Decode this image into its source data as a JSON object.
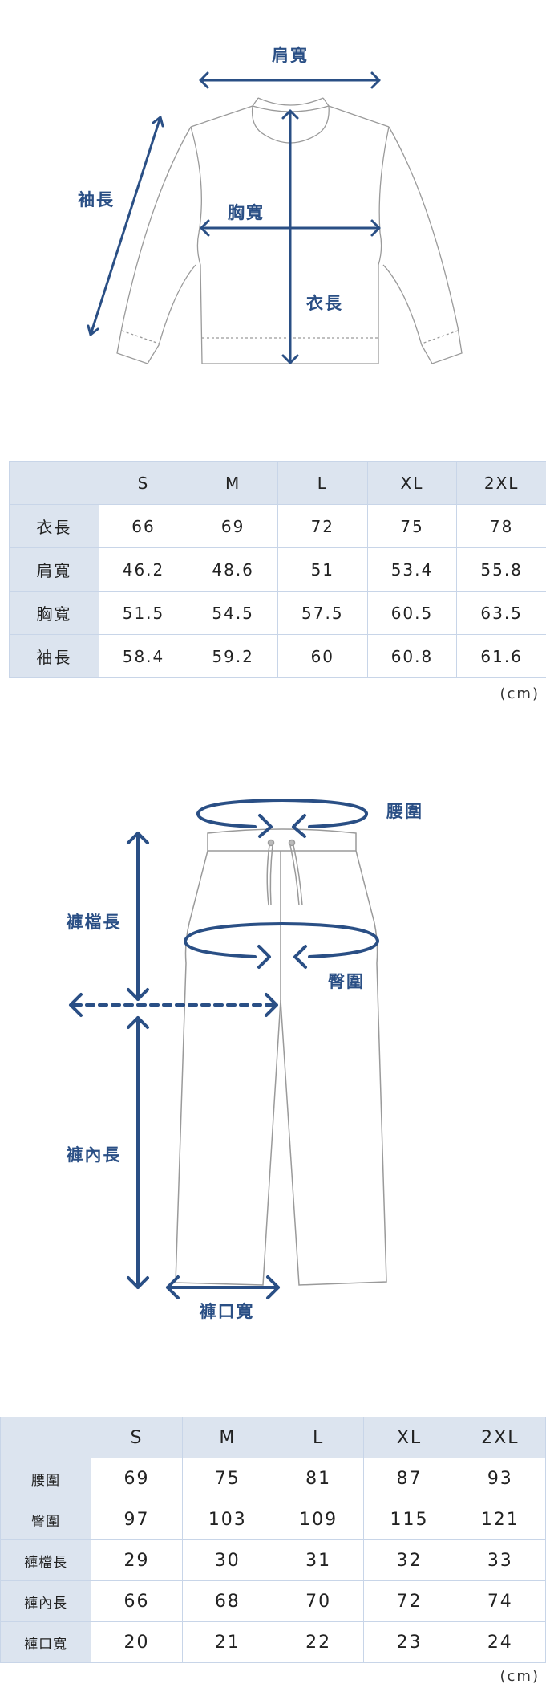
{
  "tops": {
    "labels": {
      "shoulder_width": "肩寬",
      "sleeve_length": "袖長",
      "chest_width": "胸寬",
      "body_length": "衣長"
    },
    "table": {
      "columns": [
        "",
        "S",
        "M",
        "L",
        "XL",
        "2XL"
      ],
      "rows": [
        {
          "label": "衣長",
          "values": [
            "66",
            "69",
            "72",
            "75",
            "78"
          ]
        },
        {
          "label": "肩寬",
          "values": [
            "46.2",
            "48.6",
            "51",
            "53.4",
            "55.8"
          ]
        },
        {
          "label": "胸寬",
          "values": [
            "51.5",
            "54.5",
            "57.5",
            "60.5",
            "63.5"
          ]
        },
        {
          "label": "袖長",
          "values": [
            "58.4",
            "59.2",
            "60",
            "60.8",
            "61.6"
          ]
        }
      ],
      "unit": "(cm)"
    }
  },
  "bottoms": {
    "labels": {
      "waist": "腰圍",
      "hip": "臀圍",
      "rise": "褲檔長",
      "inseam": "褲內長",
      "hem_width": "褲口寬"
    },
    "table": {
      "columns": [
        "",
        "S",
        "M",
        "L",
        "XL",
        "2XL"
      ],
      "rows": [
        {
          "label": "腰圍",
          "values": [
            "69",
            "75",
            "81",
            "87",
            "93"
          ]
        },
        {
          "label": "臀圍",
          "values": [
            "97",
            "103",
            "109",
            "115",
            "121"
          ]
        },
        {
          "label": "褲檔長",
          "values": [
            "29",
            "30",
            "31",
            "32",
            "33"
          ]
        },
        {
          "label": "褲內長",
          "values": [
            "66",
            "68",
            "70",
            "72",
            "74"
          ]
        },
        {
          "label": "褲口寬",
          "values": [
            "20",
            "21",
            "22",
            "23",
            "24"
          ]
        }
      ],
      "unit": "(cm)"
    }
  },
  "colors": {
    "accent": "#2a4f85",
    "header_bg": "#dce4ef",
    "border": "#c8d5e8",
    "outline": "#9a9a9a"
  }
}
